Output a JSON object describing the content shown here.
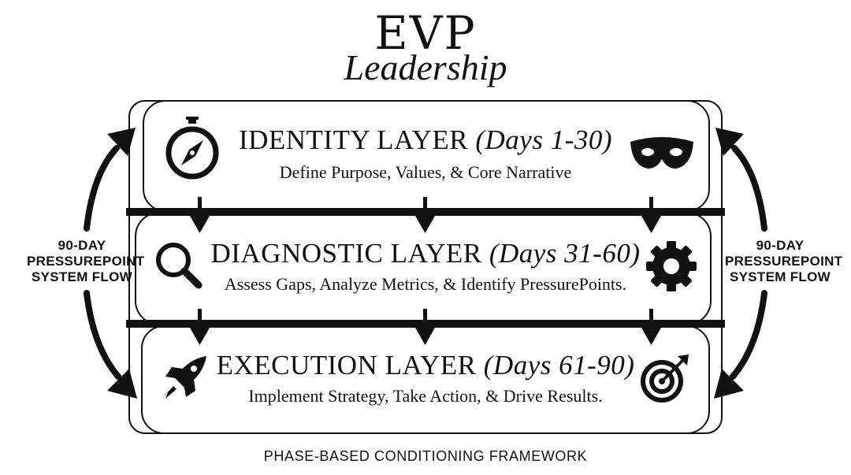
{
  "logo": {
    "line1": "EVP",
    "line2": "Leadership"
  },
  "layers": [
    {
      "title": "IDENTITY LAYER ",
      "days": "(Days 1-30)",
      "subtitle": "Define Purpose, Values, & Core Narrative",
      "left_icon": "compass-icon",
      "right_icon": "mask-icon"
    },
    {
      "title": "DIAGNOSTIC LAYER ",
      "days": "(Days 31-60)",
      "subtitle": "Assess Gaps, Analyze Metrics, & Identify PressurePoints.",
      "left_icon": "magnifier-icon",
      "right_icon": "gear-icon"
    },
    {
      "title": "EXECUTION LAYER ",
      "days": "(Days 61-90)",
      "subtitle": "Implement Strategy, Take Action, & Drive Results.",
      "left_icon": "rocket-icon",
      "right_icon": "target-icon"
    }
  ],
  "side_labels": {
    "left": [
      "90-DAY",
      "PRESSUREPOINT",
      "SYSTEM FLOW"
    ],
    "right": [
      "90-DAY",
      "PRESSUREPOINT",
      "SYSTEM FLOW"
    ]
  },
  "footer": "PHASE-BASED CONDITIONING FRAMEWORK"
}
